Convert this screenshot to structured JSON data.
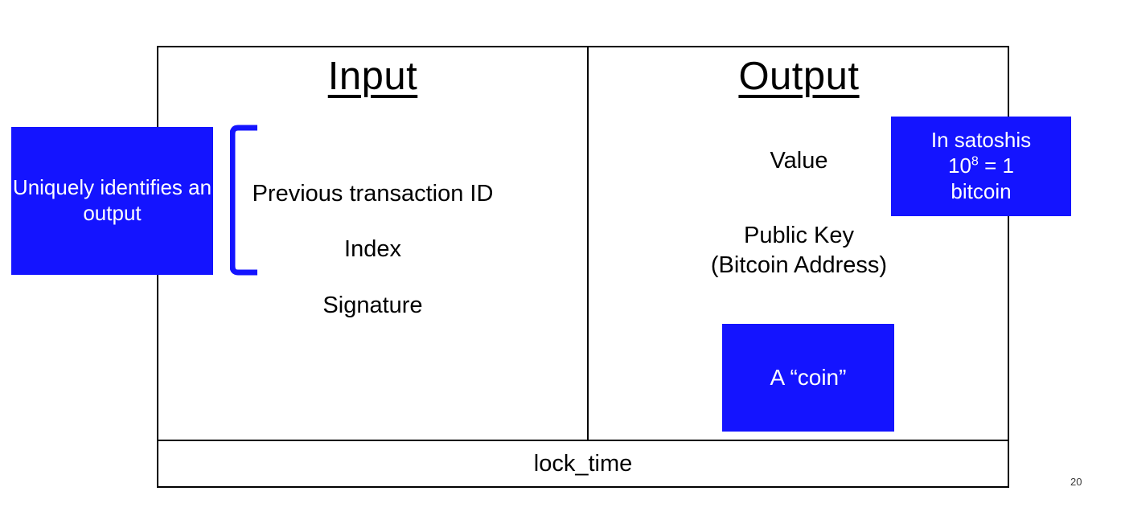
{
  "slide": {
    "page_number": "20",
    "accent_blue": "#1414ff",
    "line_color": "#000000"
  },
  "transaction": {
    "input": {
      "title": "Input",
      "fields": [
        {
          "label": "Previous transaction ID"
        },
        {
          "label": "Index"
        },
        {
          "label": "Signature"
        }
      ]
    },
    "output": {
      "title": "Output",
      "fields": [
        {
          "label": "Value"
        },
        {
          "label": "Public Key\n(Bitcoin Address)"
        }
      ]
    },
    "lock_time": {
      "label": "lock_time"
    }
  },
  "callouts": {
    "uniquely_identifies": {
      "text": "Uniquely identifies an output"
    },
    "satoshis": {
      "line1": "In satoshis",
      "base": "10",
      "exponent": "8",
      "equals": " = 1",
      "line3": "bitcoin"
    },
    "coin": {
      "text": "A “coin”"
    }
  }
}
